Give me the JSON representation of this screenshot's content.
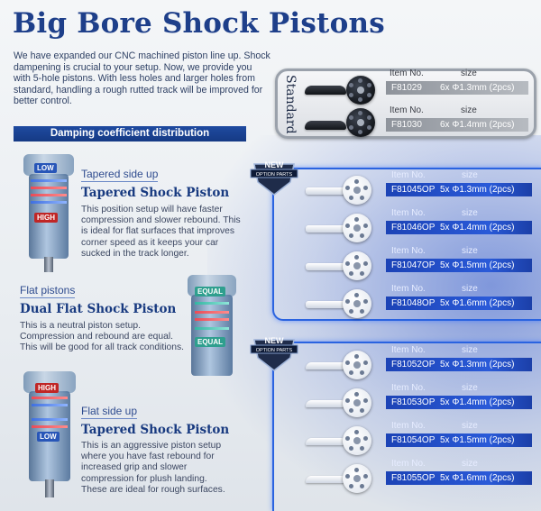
{
  "title": "Big Bore Shock Pistons",
  "intro": "We have expanded our CNC machined piston line up. Shock dampening is crucial to your setup. Now, we provide you with 5-hole pistons.  With less holes and larger holes from standard, handling a rough rutted track will be improved for better control.",
  "standard_label": "Standard",
  "damping_label": "Damping coefficient distribution",
  "headers": {
    "item": "Item No.",
    "size": "size"
  },
  "standard_items": [
    {
      "code": "F81029",
      "size": "6x Φ1.3mm (2pcs)"
    },
    {
      "code": "F81030",
      "size": "6x Φ1.4mm (2pcs)"
    }
  ],
  "group1_items": [
    {
      "code": "F81045OP",
      "size": "5x Φ1.3mm (2pcs)"
    },
    {
      "code": "F81046OP",
      "size": "5x Φ1.4mm (2pcs)"
    },
    {
      "code": "F81047OP",
      "size": "5x Φ1.5mm (2pcs)"
    },
    {
      "code": "F81048OP",
      "size": "5x Φ1.6mm (2pcs)"
    }
  ],
  "group2_items": [
    {
      "code": "F81052OP",
      "size": "5x Φ1.3mm (2pcs)"
    },
    {
      "code": "F81053OP",
      "size": "5x Φ1.4mm (2pcs)"
    },
    {
      "code": "F81054OP",
      "size": "5x Φ1.5mm (2pcs)"
    },
    {
      "code": "F81055OP",
      "size": "5x Φ1.6mm (2pcs)"
    }
  ],
  "badges": {
    "new": "NEW",
    "option": "OPTION PARTS"
  },
  "tags": {
    "low": "LOW",
    "high": "HIGH",
    "equal": "EQUAL"
  },
  "section1": {
    "sub": "Tapered side up",
    "heading": "Tapered Shock Piston",
    "desc": "This position setup will have faster compression and slower rebound. This is ideal for flat surfaces that improves corner speed as it keeps your car sucked in the track longer."
  },
  "section2": {
    "sub": "Flat pistons",
    "heading": "Dual Flat Shock Piston",
    "desc": "This is a neutral piston setup. Compression and rebound are equal. This will be good for all track conditions."
  },
  "section3": {
    "sub": "Flat side up",
    "heading": "Tapered Shock Piston",
    "desc": "This is an aggressive piston setup where you have fast rebound for increased grip and slower compression for plush landing. These are ideal for rough surfaces."
  },
  "colors": {
    "title": "#1e3f8a",
    "accent_blue": "#2a63e0",
    "high": "#c02626",
    "low": "#2856b8",
    "equal": "#2f9f8e"
  }
}
